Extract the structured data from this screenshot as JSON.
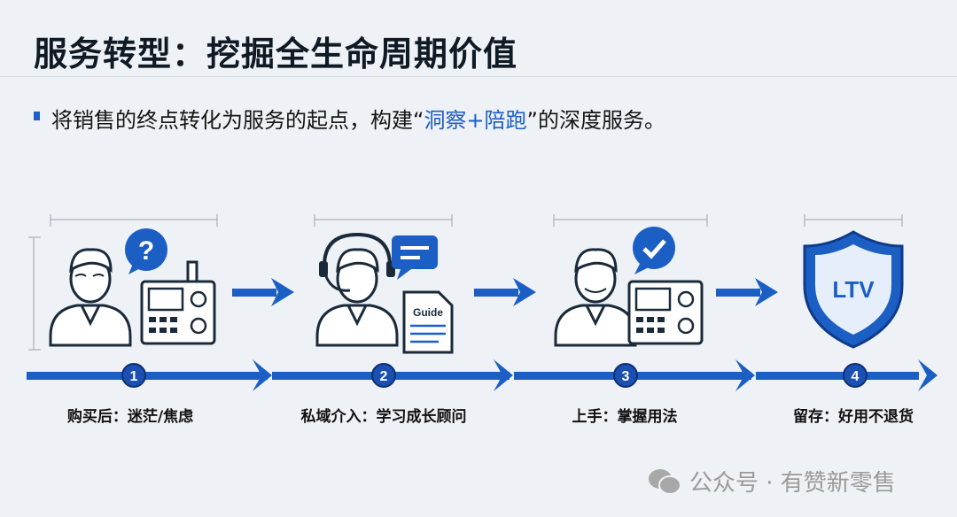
{
  "title": "服务转型：挖掘全生命周期价值",
  "bullet": {
    "before": "将销售的终点转化为服务的起点，构建“",
    "highlight": "洞察+陪跑",
    "after": "”的深度服务。"
  },
  "steps": [
    {
      "number": "1",
      "label": "购买后：迷茫/焦虑",
      "icon": "confused-customer-icon"
    },
    {
      "number": "2",
      "label": "私域介入：学习成长顾问",
      "icon": "support-advisor-icon",
      "doc_label": "Guide"
    },
    {
      "number": "3",
      "label": "上手：掌握用法",
      "icon": "confident-customer-icon"
    },
    {
      "number": "4",
      "label": "留存：好用不退货",
      "icon": "ltv-shield-icon",
      "shield_label": "LTV"
    }
  ],
  "watermark": "公众号 · 有赞新零售",
  "colors": {
    "accent": "#1b5fc4",
    "dark": "#0f1a24",
    "bg": "#eef1f5"
  }
}
